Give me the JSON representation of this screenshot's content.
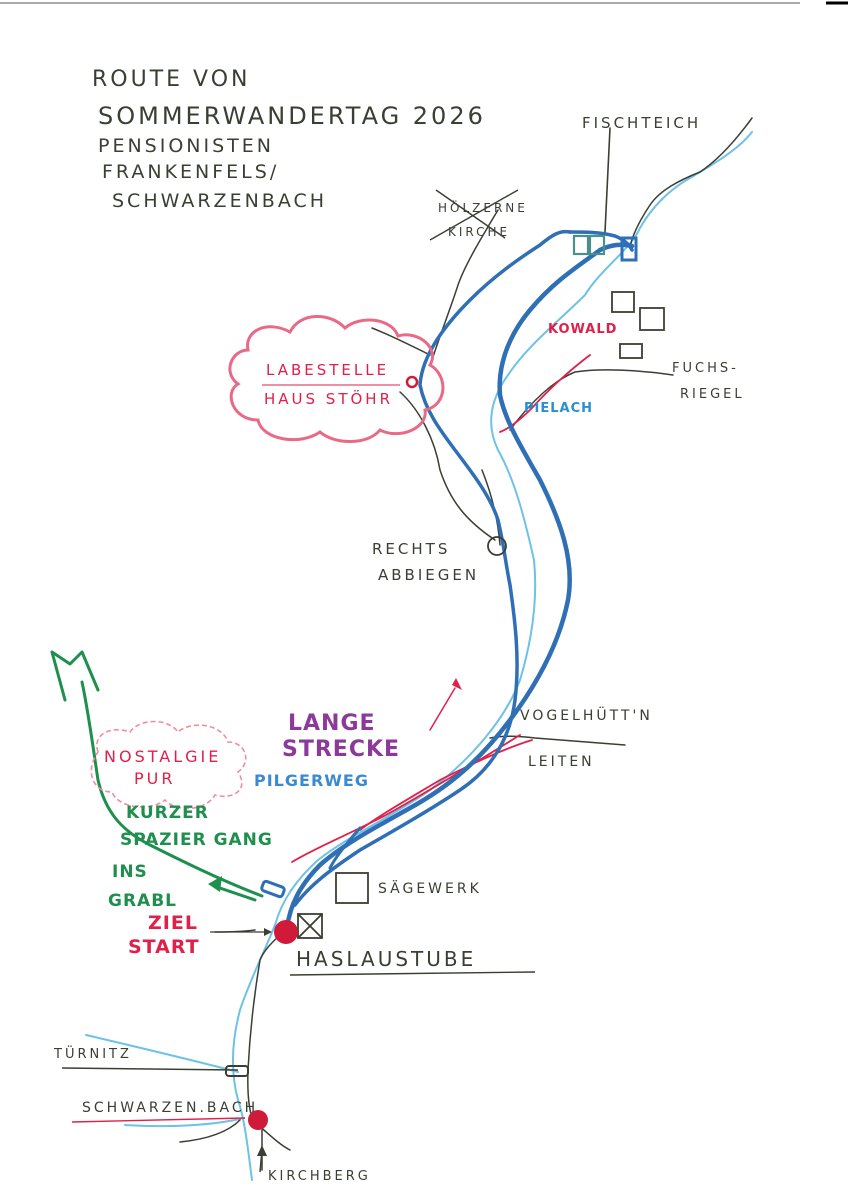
{
  "title": {
    "line1": "ROUTE VON",
    "line2": "SOMMERWANDERTAG 2026",
    "line3": "PENSIONISTEN",
    "line4": "FRANKENFELS/",
    "line5": "SCHWARZENBACH"
  },
  "places": {
    "fischteich": "FISCHTEICH",
    "holzerne_kirche_line1": "HÖLZERNE",
    "holzerne_kirche_line2": "KIRCHE",
    "kowald": "KOWALD",
    "fuchsriegel_line1": "FUCHS-",
    "fuchsriegel_line2": "RIEGEL",
    "pielach": "PIELACH",
    "vogelhuetten": "VOGELHÜTT'N",
    "leiten": "LEITEN",
    "saegewerk": "SÄGEWERK",
    "haslaustube": "HASLAUSTUBE",
    "tuernitz": "TÜRNITZ",
    "schwarzenbach": "SCHWARZEN.BACH",
    "kirchberg": "KIRCHBERG"
  },
  "labels": {
    "labestelle_line1": "LABESTELLE",
    "labestelle_line2": "HAUS STÖHR",
    "rechts_line1": "RECHTS",
    "rechts_line2": "ABBIEGEN",
    "lange_line1": "LANGE",
    "lange_line2": "STRECKE",
    "pilgerweg": "PILGERWEG",
    "nostalgie_line1": "NOSTALGIE",
    "nostalgie_line2": "PUR",
    "kurzer_line1": "KURZER",
    "kurzer_line2": "SPAZIER GANG",
    "ins_line1": "INS",
    "ins_line2": "GRABL",
    "ziel": "ZIEL",
    "start": "START"
  },
  "colors": {
    "ink": "#3a3f33",
    "route_blue": "#2f6fb5",
    "river": "#6ec2e6",
    "red": "#e0204a",
    "pink": "#e86a86",
    "green": "#1f8f4e",
    "purple": "#8b3a9b",
    "teal": "#4a8f8a"
  }
}
